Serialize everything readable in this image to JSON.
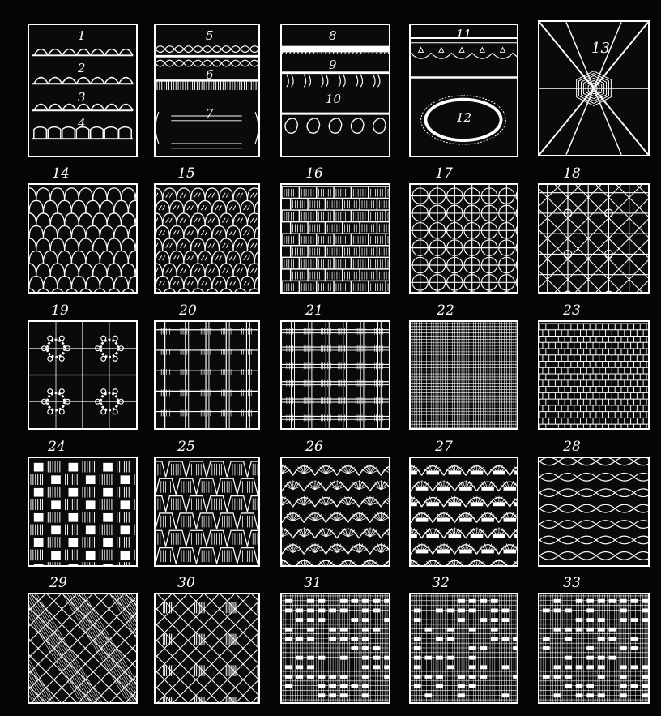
{
  "plate": {
    "colors": {
      "background": "#000000",
      "ink": "#ffffff"
    },
    "samples": [
      {
        "n": "1"
      },
      {
        "n": "2"
      },
      {
        "n": "3"
      },
      {
        "n": "4"
      },
      {
        "n": "5"
      },
      {
        "n": "6"
      },
      {
        "n": "7"
      },
      {
        "n": "8"
      },
      {
        "n": "9"
      },
      {
        "n": "10"
      },
      {
        "n": "11"
      },
      {
        "n": "12"
      },
      {
        "n": "13"
      },
      {
        "n": "14"
      },
      {
        "n": "15"
      },
      {
        "n": "16"
      },
      {
        "n": "17"
      },
      {
        "n": "18"
      },
      {
        "n": "19"
      },
      {
        "n": "20"
      },
      {
        "n": "21"
      },
      {
        "n": "22"
      },
      {
        "n": "23"
      },
      {
        "n": "24"
      },
      {
        "n": "25"
      },
      {
        "n": "26"
      },
      {
        "n": "27"
      },
      {
        "n": "28"
      },
      {
        "n": "29"
      },
      {
        "n": "30"
      },
      {
        "n": "31"
      },
      {
        "n": "32"
      },
      {
        "n": "33"
      }
    ]
  }
}
